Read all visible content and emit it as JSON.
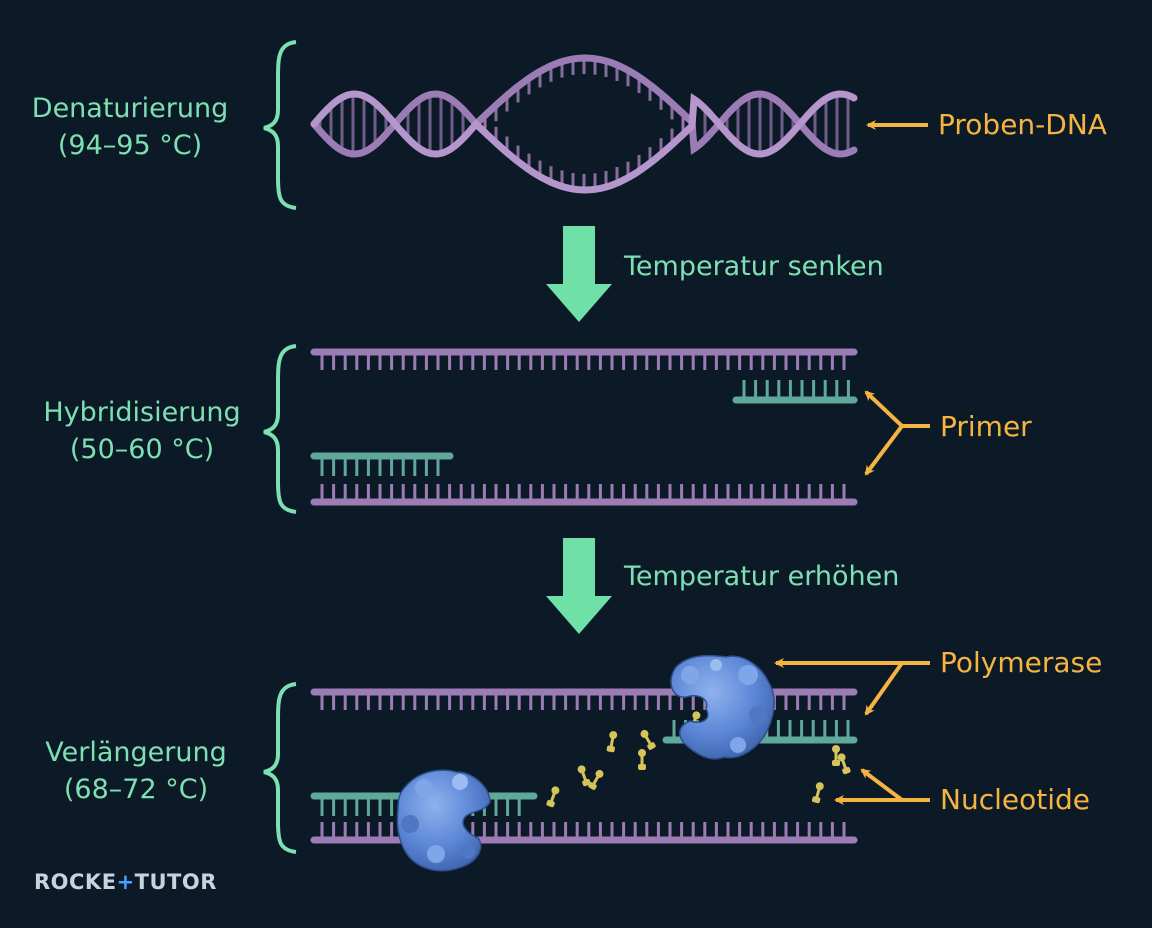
{
  "steps": [
    {
      "name": "Denaturierung",
      "temp": "(94–95 °C)"
    },
    {
      "name": "Hybridisierung",
      "temp": "(50–60 °C)"
    },
    {
      "name": "Verlängerung",
      "temp": "(68–72 °C)"
    }
  ],
  "transitions": [
    "Temperatur senken",
    "Temperatur erhöhen"
  ],
  "callouts": {
    "sample_dna": "Proben-DNA",
    "primer": "Primer",
    "polymerase": "Polymerase",
    "nucleotide": "Nucleotide"
  },
  "logo": {
    "left": "ROCKE",
    "plus": "+",
    "right": "TUTOR"
  },
  "colors": {
    "background": "#0b1a26",
    "label_green": "#7ee0b2",
    "callout_orange": "#f5b342",
    "dna_purple": "#9c7cb4",
    "primer_teal": "#5fa89a",
    "polymerase_blue": "#5b86d6",
    "nucleotide_yellow": "#d6c35a"
  }
}
